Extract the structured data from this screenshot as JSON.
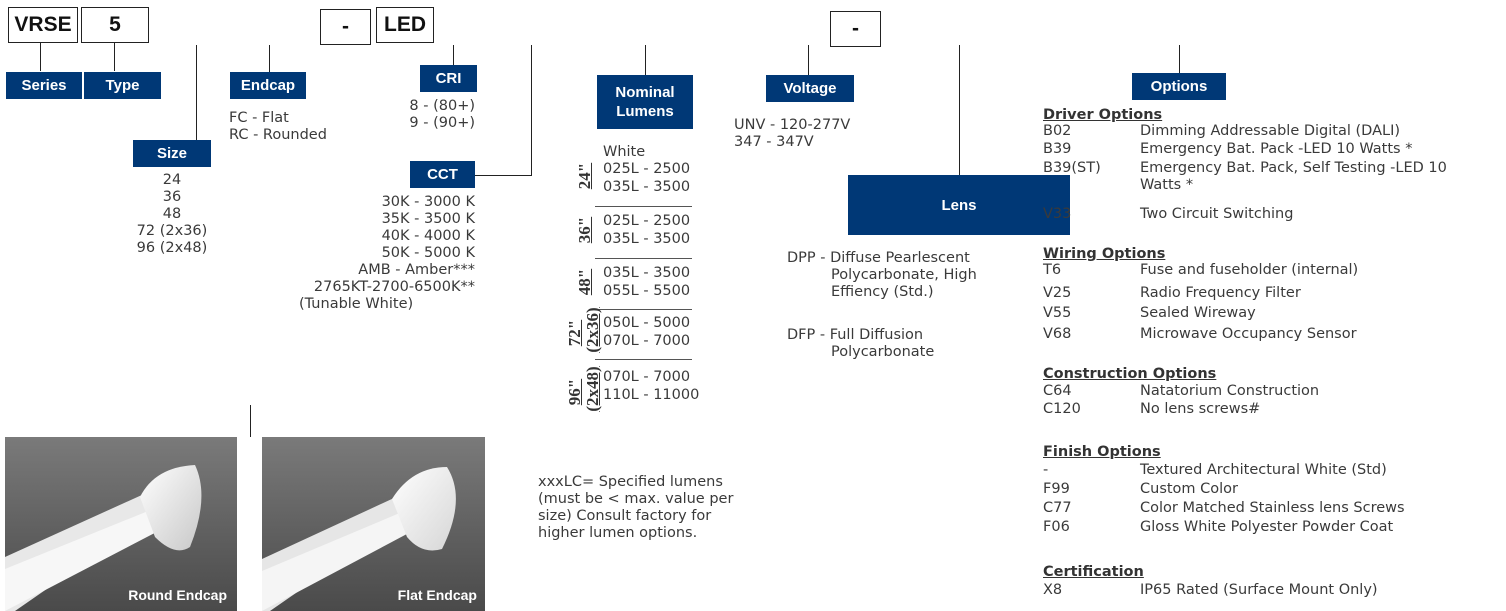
{
  "codes": {
    "series": "VRSE",
    "type": "5",
    "dash1": "-",
    "led": "LED",
    "dash2": "-"
  },
  "headers": {
    "series": "Series",
    "type": "Type",
    "endcap": "Endcap",
    "size": "Size",
    "cri": "CRI",
    "cct": "CCT",
    "nominal_lumens_1": "Nominal",
    "nominal_lumens_2": "Lumens",
    "voltage": "Voltage",
    "lens": "Lens",
    "options": "Options"
  },
  "endcap_items": [
    "FC - Flat",
    "RC - Rounded"
  ],
  "size_items": [
    "24",
    "36",
    "48",
    "72 (2x36)",
    "96 (2x48)"
  ],
  "cri_items": [
    "8 - (80+)",
    "9 - (90+)"
  ],
  "cct_items": [
    "30K - 3000 K",
    "35K - 3500 K",
    "40K - 4000 K",
    "50K - 5000 K",
    "AMB - Amber***",
    "2765KT-2700-6500K**",
    "(Tunable White)"
  ],
  "lumens": {
    "white_label": "White",
    "groups": [
      {
        "size": "24\"",
        "rows": [
          "025L - 2500",
          "035L - 3500"
        ]
      },
      {
        "size": "36\"",
        "rows": [
          "025L - 2500",
          "035L - 3500"
        ]
      },
      {
        "size": "48\"",
        "rows": [
          "035L - 3500",
          "055L - 5500"
        ]
      },
      {
        "size": "72\"",
        "size2": "(2x36)",
        "rows": [
          "050L - 5000",
          "070L - 7000"
        ]
      },
      {
        "size": "96\"",
        "size2": "(2x48)",
        "rows": [
          "070L - 7000",
          "110L - 11000"
        ]
      }
    ],
    "note": [
      "xxxLC= Specified lumens",
      "(must be < max. value per",
      "size) Consult factory for",
      "higher lumen options."
    ]
  },
  "voltage_items": [
    "UNV - 120-277V",
    "347 - 347V"
  ],
  "lens_items": [
    {
      "line1": "DPP - Diffuse Pearlescent",
      "line2": "Polycarbonate, High",
      "line3": "Effiency (Std.)"
    },
    {
      "line1": "DFP - Full Diffusion",
      "line2": "Polycarbonate"
    }
  ],
  "options": {
    "driver": {
      "title": "Driver Options",
      "rows": [
        {
          "code": "B02",
          "desc": "Dimming Addressable Digital (DALI)"
        },
        {
          "code": "B39",
          "desc": "Emergency Bat. Pack -LED 10 Watts *"
        },
        {
          "code": "B39(ST)",
          "desc": "Emergency Bat. Pack, Self Testing -LED 10",
          "desc2": "Watts *"
        },
        {
          "code": "V33",
          "desc": "Two Circuit Switching"
        }
      ]
    },
    "wiring": {
      "title": "Wiring Options",
      "rows": [
        {
          "code": "T6",
          "desc": "Fuse and fuseholder (internal)"
        },
        {
          "code": "V25",
          "desc": "Radio Frequency Filter"
        },
        {
          "code": "V55",
          "desc": "Sealed Wireway"
        },
        {
          "code": "V68",
          "desc": "Microwave Occupancy Sensor"
        }
      ]
    },
    "construction": {
      "title": "Construction Options",
      "rows": [
        {
          "code": "C64",
          "desc": "Natatorium Construction"
        },
        {
          "code": "C120",
          "desc": "No lens screws#"
        }
      ]
    },
    "finish": {
      "title": "Finish Options",
      "rows": [
        {
          "code": "-",
          "desc": "Textured Architectural White (Std)"
        },
        {
          "code": "F99",
          "desc": "Custom Color"
        },
        {
          "code": "C77",
          "desc": "Color Matched Stainless lens Screws"
        },
        {
          "code": "F06",
          "desc": "Gloss White Polyester Powder Coat"
        }
      ]
    },
    "certification": {
      "title": "Certification",
      "rows": [
        {
          "code": "X8",
          "desc": "IP65 Rated (Surface Mount Only)"
        }
      ]
    }
  },
  "photos": {
    "round": "Round Endcap",
    "flat": "Flat Endcap"
  },
  "colors": {
    "header_bg": "#003876",
    "photo_bg": "#5a5a5a"
  }
}
